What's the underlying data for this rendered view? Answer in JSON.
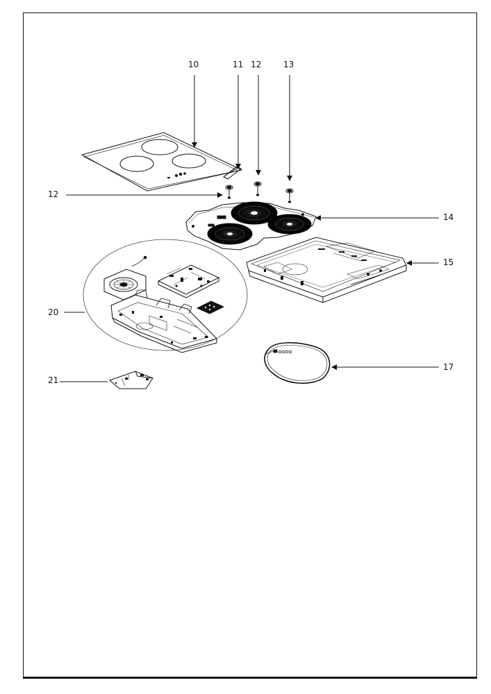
{
  "diagram": {
    "callouts": [
      {
        "id": "c10",
        "label": "10"
      },
      {
        "id": "c11",
        "label": "11"
      },
      {
        "id": "c12a",
        "label": "12"
      },
      {
        "id": "c13",
        "label": "13"
      },
      {
        "id": "c12b",
        "label": "12"
      },
      {
        "id": "c14",
        "label": "14"
      },
      {
        "id": "c15",
        "label": "15"
      },
      {
        "id": "c20",
        "label": "20"
      },
      {
        "id": "c17",
        "label": "17"
      },
      {
        "id": "c21",
        "label": "21"
      }
    ]
  }
}
